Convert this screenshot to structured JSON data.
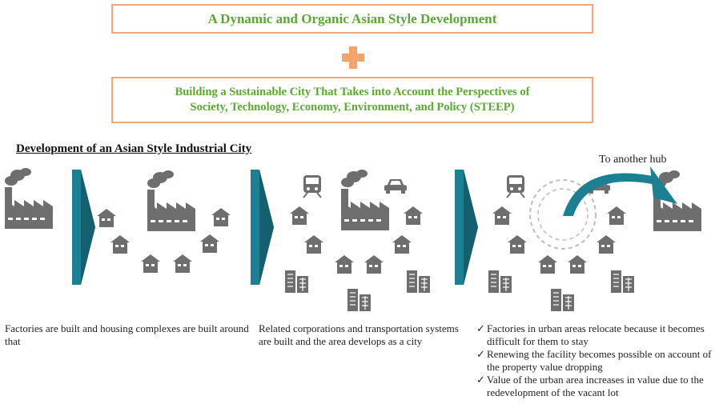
{
  "header": {
    "title": "A Dynamic and Organic Asian Style Development",
    "subtitle_line1": "Building a Sustainable City That Takes into Account the Perspectives of",
    "subtitle_line2": "Society, Technology, Economy, Environment, and Policy (STEEP)"
  },
  "section_heading": "Development of an Asian Style Industrial City",
  "hub_label": "To another hub",
  "stages": [
    {
      "description": "Factories are built and housing complexes are built around that"
    },
    {
      "description": "Related corporations and transportation systems are built and the area develops as a city"
    },
    {
      "bullets": [
        "Factories in urban areas relocate because it becomes difficult for them to stay",
        "Renewing the facility becomes possible on account of the property value dropping",
        "Value of the urban area increases in value due to the redevelopment of the vacant lot"
      ]
    }
  ],
  "colors": {
    "box_border": "#f0a878",
    "title_text": "#5aa832",
    "plus": "#f2a46c",
    "icon_gray": "#6e6e6e",
    "arrow_teal": "#1c7f92",
    "dashed_circle": "#bcbcbc"
  },
  "icons": [
    "factory-icon",
    "house-icon",
    "building-icon",
    "train-icon",
    "car-icon",
    "plus-icon",
    "chevron-arrow-icon",
    "relocation-arrow-icon"
  ]
}
